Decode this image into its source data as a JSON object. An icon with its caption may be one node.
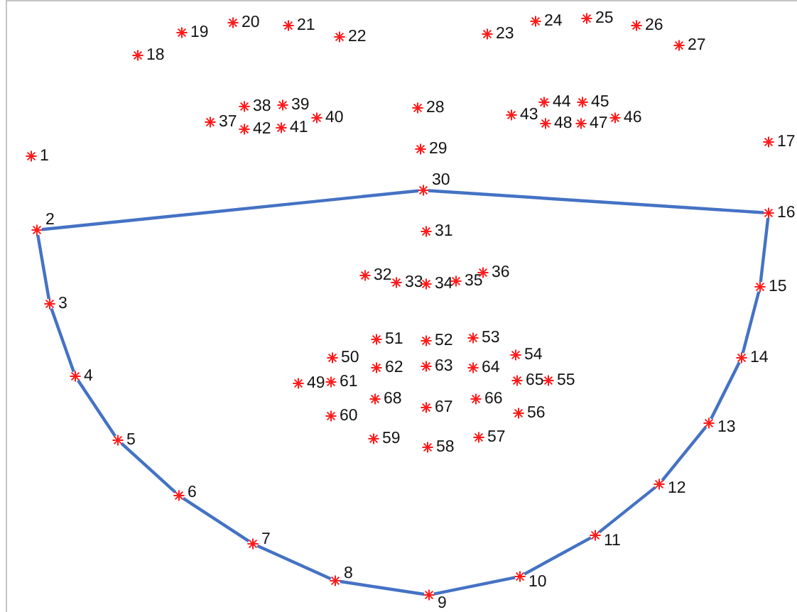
{
  "diagram": {
    "nodes": [
      {
        "text": [
          "1"
        ]
      },
      {
        "text": [
          "2"
        ]
      },
      {
        "text": [
          "3"
        ]
      },
      {
        "text": [
          "4"
        ]
      },
      {
        "text": [
          "5"
        ]
      },
      {
        "text": [
          "6"
        ]
      },
      {
        "text": [
          "7"
        ]
      },
      {
        "text": [
          "8"
        ]
      },
      {
        "text": [
          "9"
        ]
      },
      {
        "text": [
          "10"
        ]
      },
      {
        "text": [
          "11"
        ]
      },
      {
        "text": [
          "12"
        ]
      },
      {
        "text": [
          "13"
        ]
      },
      {
        "text": [
          "14"
        ]
      },
      {
        "text": [
          "15"
        ]
      },
      {
        "text": [
          "16"
        ]
      },
      {
        "text": [
          "17"
        ]
      },
      {
        "text": [
          "18"
        ]
      },
      {
        "text": [
          "19"
        ]
      },
      {
        "text": [
          "20"
        ]
      },
      {
        "text": [
          "21"
        ]
      },
      {
        "text": [
          "22"
        ]
      },
      {
        "text": [
          "23"
        ]
      },
      {
        "text": [
          "24"
        ]
      },
      {
        "text": [
          "25"
        ]
      },
      {
        "text": [
          "26"
        ]
      },
      {
        "text": [
          "27"
        ]
      },
      {
        "text": [
          "28"
        ]
      },
      {
        "text": [
          "29"
        ]
      },
      {
        "text": [
          "30"
        ]
      },
      {
        "text": [
          "31"
        ]
      },
      {
        "text": [
          "32"
        ]
      },
      {
        "text": [
          "33"
        ]
      },
      {
        "text": [
          "34"
        ]
      },
      {
        "text": [
          "35"
        ]
      },
      {
        "text": [
          "36"
        ]
      },
      {
        "text": [
          "37"
        ]
      },
      {
        "text": [
          "38"
        ]
      },
      {
        "text": [
          "39"
        ]
      },
      {
        "text": [
          "40"
        ]
      },
      {
        "text": [
          "41"
        ]
      },
      {
        "text": [
          "42"
        ]
      },
      {
        "text": [
          "43"
        ]
      },
      {
        "text": [
          "44"
        ]
      },
      {
        "text": [
          "45"
        ]
      },
      {
        "text": [
          "46"
        ]
      },
      {
        "text": [
          "47"
        ]
      },
      {
        "text": [
          "48"
        ]
      },
      {
        "text": [
          "49"
        ]
      },
      {
        "text": [
          "50"
        ]
      },
      {
        "text": [
          "51"
        ]
      },
      {
        "text": [
          "52"
        ]
      },
      {
        "text": [
          "53"
        ]
      },
      {
        "text": [
          "54"
        ]
      },
      {
        "text": [
          "55"
        ]
      },
      {
        "text": [
          "56"
        ]
      },
      {
        "text": [
          "57"
        ]
      },
      {
        "text": [
          "58"
        ]
      },
      {
        "text": [
          "59"
        ]
      },
      {
        "text": [
          "60"
        ]
      },
      {
        "text": [
          "61"
        ]
      },
      {
        "text": [
          "62"
        ]
      },
      {
        "text": [
          "63"
        ]
      },
      {
        "text": [
          "64"
        ]
      },
      {
        "text": [
          "65"
        ]
      },
      {
        "text": [
          "66"
        ]
      },
      {
        "text": [
          "67"
        ]
      },
      {
        "text": [
          "68"
        ]
      }
    ],
    "edges": [
      {
        "from": 1,
        "to": 2,
        "arrow": "none"
      },
      {
        "from": 2,
        "to": 3,
        "arrow": "none"
      },
      {
        "from": 3,
        "to": 4,
        "arrow": "none"
      },
      {
        "from": 4,
        "to": 5,
        "arrow": "none"
      },
      {
        "from": 5,
        "to": 6,
        "arrow": "none"
      },
      {
        "from": 6,
        "to": 7,
        "arrow": "none"
      },
      {
        "from": 7,
        "to": 8,
        "arrow": "none"
      },
      {
        "from": 8,
        "to": 9,
        "arrow": "none"
      },
      {
        "from": 9,
        "to": 10,
        "arrow": "none"
      },
      {
        "from": 10,
        "to": 11,
        "arrow": "none"
      },
      {
        "from": 11,
        "to": 12,
        "arrow": "none"
      },
      {
        "from": 12,
        "to": 13,
        "arrow": "none"
      },
      {
        "from": 13,
        "to": 14,
        "arrow": "none"
      },
      {
        "from": 14,
        "to": 15,
        "arrow": "none"
      },
      {
        "from": 15,
        "to": 29,
        "arrow": "none"
      },
      {
        "from": 29,
        "to": 1,
        "arrow": "none"
      }
    ]
  }
}
